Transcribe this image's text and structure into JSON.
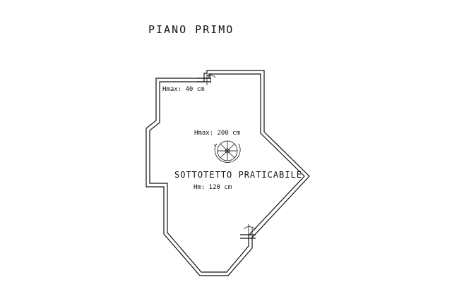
{
  "title": "PIANO PRIMO",
  "labels": {
    "corner_height": "Hmax: 40 cm",
    "center_height": "Hmax: 200 cm",
    "room_name": "SOTTOTETTO PRATICABILE",
    "average_height": "Hm: 120 cm"
  },
  "icons": [
    "spiral-staircase-icon",
    "window-icon"
  ]
}
